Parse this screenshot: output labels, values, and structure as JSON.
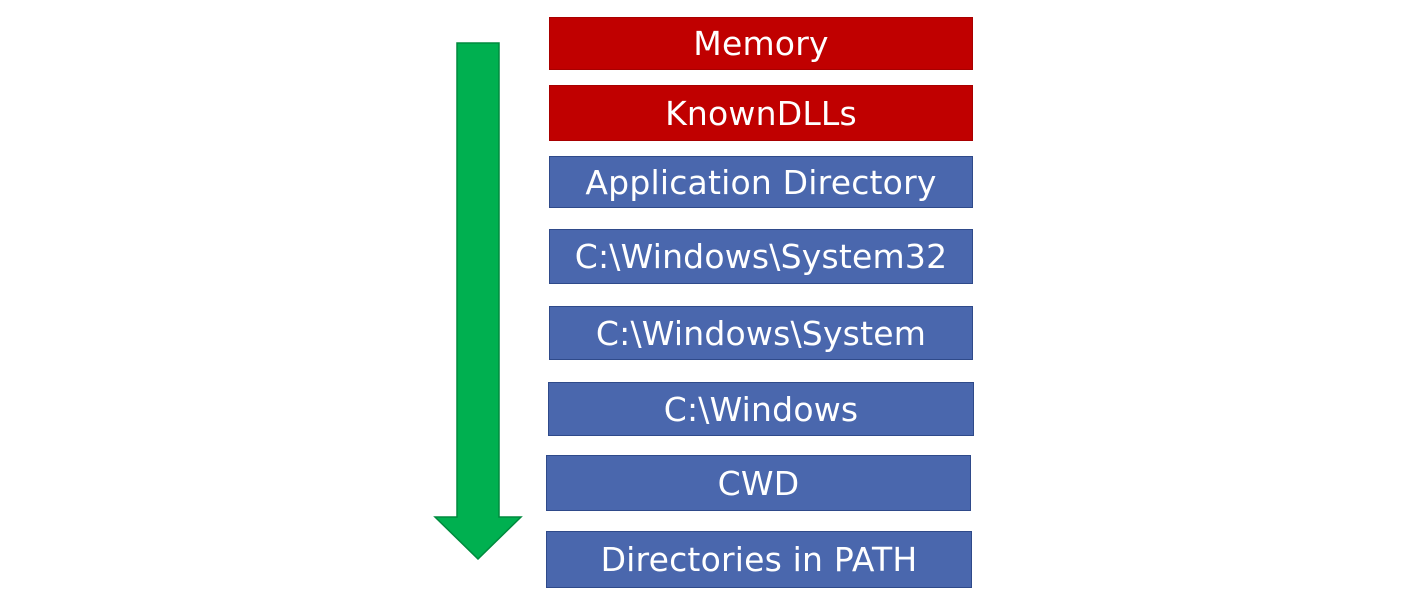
{
  "diagram": {
    "search_order": [
      {
        "label": "Memory",
        "color": "#c00000"
      },
      {
        "label": "KnownDLLs",
        "color": "#c00000"
      },
      {
        "label": "Application Directory",
        "color": "#4a67ad"
      },
      {
        "label": "C:\\Windows\\System32",
        "color": "#4a67ad"
      },
      {
        "label": "C:\\Windows\\System",
        "color": "#4a67ad"
      },
      {
        "label": "C:\\Windows",
        "color": "#4a67ad"
      },
      {
        "label": "CWD",
        "color": "#4a67ad"
      },
      {
        "label": "Directories in PATH",
        "color": "#4a67ad"
      }
    ],
    "arrow": {
      "direction": "down",
      "color": "#00b050"
    }
  }
}
